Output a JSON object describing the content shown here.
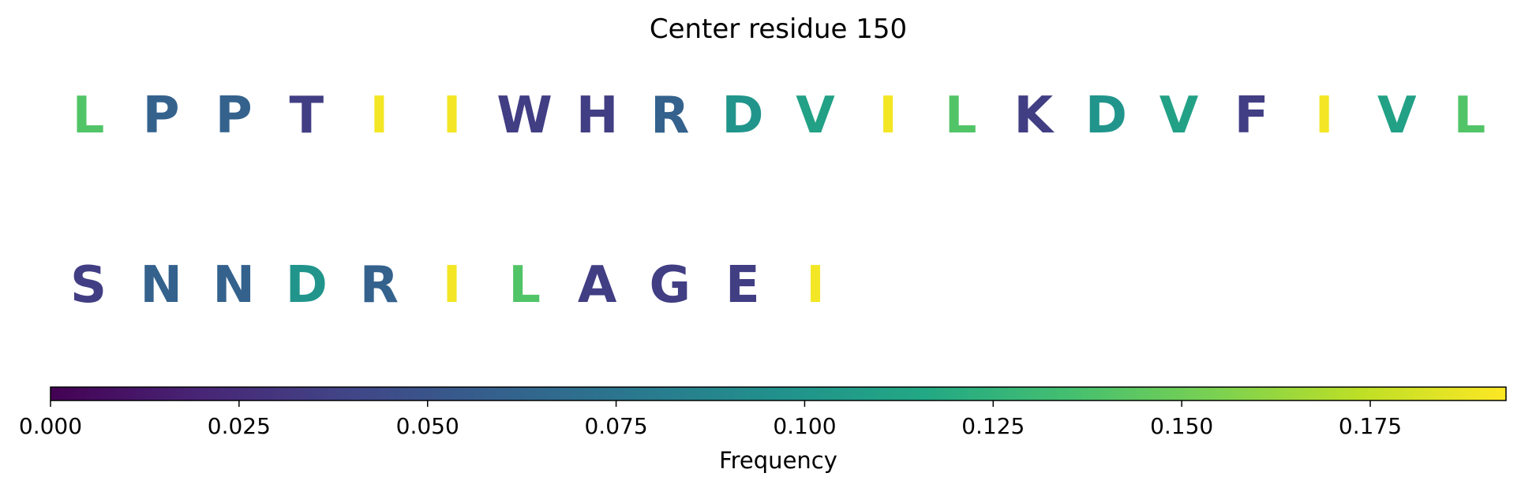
{
  "chart_data": {
    "type": "sequence-logo-colored",
    "title": "Center residue 150",
    "rows": [
      {
        "residues": [
          {
            "letter": "L",
            "frequency": 0.14
          },
          {
            "letter": "P",
            "frequency": 0.06
          },
          {
            "letter": "P",
            "frequency": 0.06
          },
          {
            "letter": "T",
            "frequency": 0.035
          },
          {
            "letter": "I",
            "frequency": 0.19
          },
          {
            "letter": "I",
            "frequency": 0.19
          },
          {
            "letter": "W",
            "frequency": 0.035
          },
          {
            "letter": "H",
            "frequency": 0.035
          },
          {
            "letter": "R",
            "frequency": 0.06
          },
          {
            "letter": "D",
            "frequency": 0.1
          },
          {
            "letter": "V",
            "frequency": 0.11
          },
          {
            "letter": "I",
            "frequency": 0.19
          },
          {
            "letter": "L",
            "frequency": 0.14
          },
          {
            "letter": "K",
            "frequency": 0.035
          },
          {
            "letter": "D",
            "frequency": 0.1
          },
          {
            "letter": "V",
            "frequency": 0.11
          },
          {
            "letter": "F",
            "frequency": 0.035
          },
          {
            "letter": "I",
            "frequency": 0.19
          },
          {
            "letter": "V",
            "frequency": 0.11
          },
          {
            "letter": "L",
            "frequency": 0.14
          }
        ]
      },
      {
        "residues": [
          {
            "letter": "S",
            "frequency": 0.035
          },
          {
            "letter": "N",
            "frequency": 0.06
          },
          {
            "letter": "N",
            "frequency": 0.06
          },
          {
            "letter": "D",
            "frequency": 0.1
          },
          {
            "letter": "R",
            "frequency": 0.06
          },
          {
            "letter": "I",
            "frequency": 0.19
          },
          {
            "letter": "L",
            "frequency": 0.14
          },
          {
            "letter": "A",
            "frequency": 0.035
          },
          {
            "letter": "G",
            "frequency": 0.035
          },
          {
            "letter": "E",
            "frequency": 0.035
          },
          {
            "letter": "I",
            "frequency": 0.19
          }
        ]
      }
    ],
    "colorbar": {
      "label": "Frequency",
      "colormap": "viridis",
      "min": 0.0,
      "max": 0.193,
      "ticks": [
        0.0,
        0.025,
        0.05,
        0.075,
        0.1,
        0.125,
        0.15,
        0.175
      ],
      "tick_labels": [
        "0.000",
        "0.025",
        "0.050",
        "0.075",
        "0.100",
        "0.125",
        "0.150",
        "0.175"
      ]
    }
  }
}
